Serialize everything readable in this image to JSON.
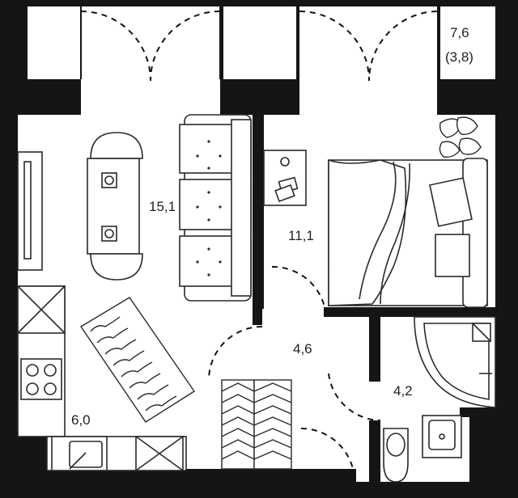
{
  "rooms": [
    {
      "id": "balcony",
      "area": "7,6",
      "area_secondary": "(3,8)"
    },
    {
      "id": "living_room",
      "area": "15,1"
    },
    {
      "id": "bedroom",
      "area": "11,1"
    },
    {
      "id": "hallway",
      "area": "4,6"
    },
    {
      "id": "bathroom",
      "area": "4,2"
    },
    {
      "id": "kitchen",
      "area": "6,0"
    }
  ],
  "colors": {
    "wall": "#151515",
    "floor": "#ffffff",
    "furniture_stroke": "#2a2a2a",
    "label_text": "#1f1f1f"
  }
}
